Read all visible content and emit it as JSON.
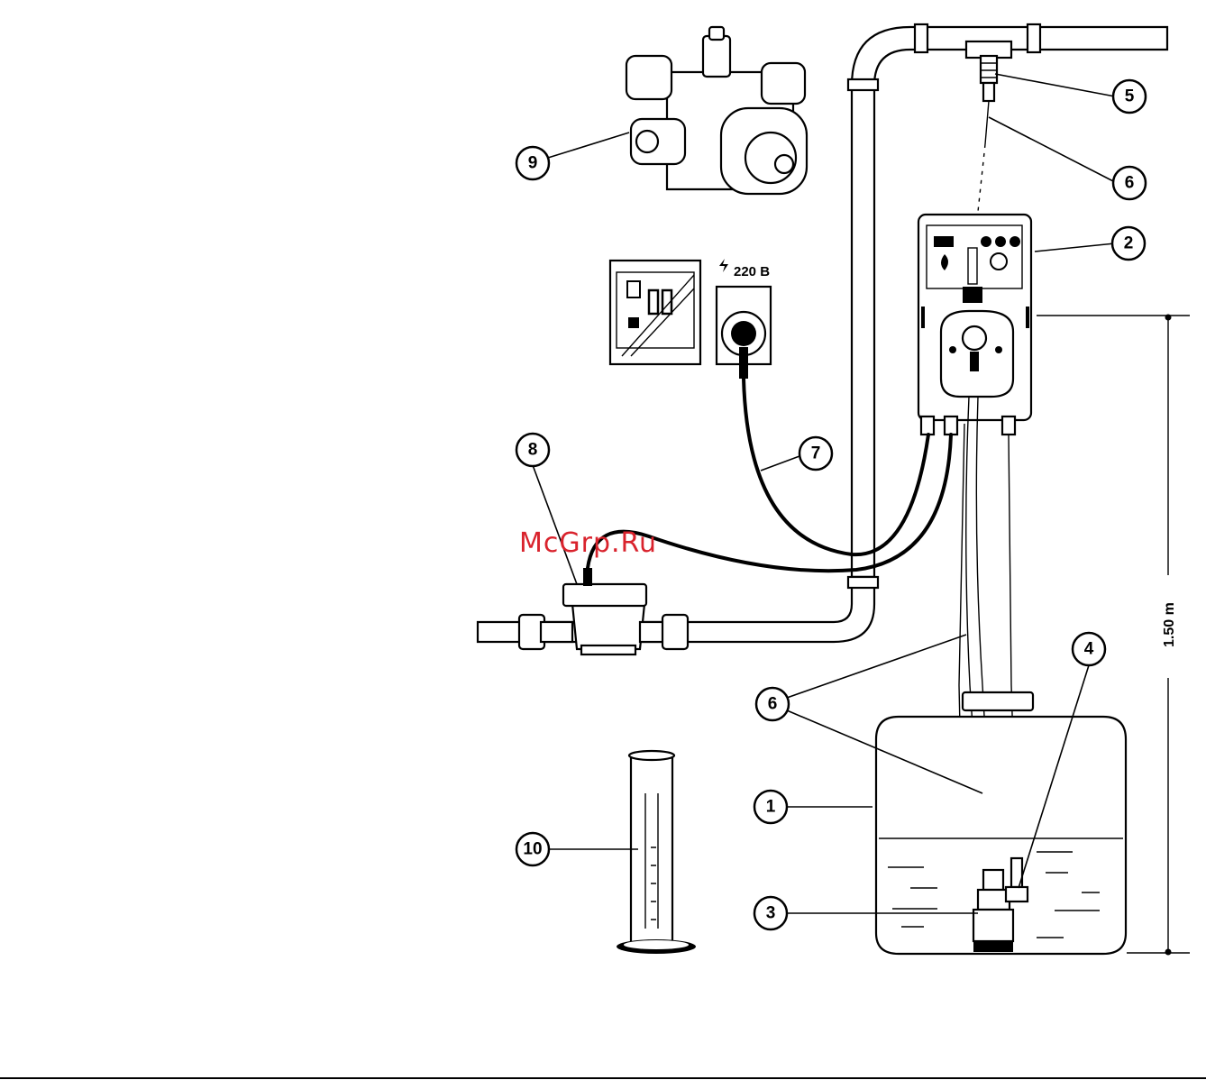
{
  "callouts": [
    "1",
    "2",
    "3",
    "4",
    "5",
    "6",
    "6",
    "7",
    "8",
    "9",
    "10"
  ],
  "voltage_label": "220 B",
  "height_label": "1.50 m",
  "watermark": "McGrp.Ru",
  "colors": {
    "ink": "#000000",
    "watermark": "#d9232d",
    "paper": "#ffffff"
  }
}
